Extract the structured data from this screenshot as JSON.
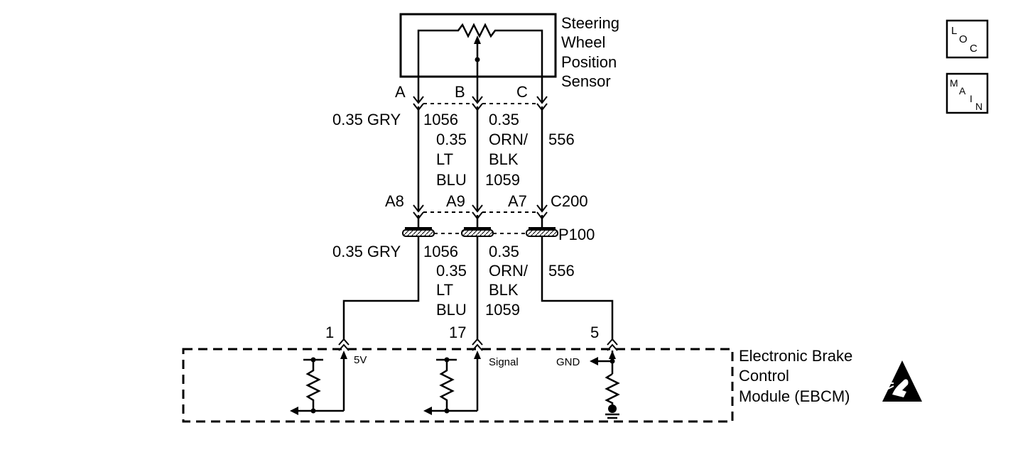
{
  "sensor": {
    "line1": "Steering",
    "line2": "Wheel",
    "line3": "Position",
    "line4": "Sensor"
  },
  "sensor_pins": [
    "A",
    "B",
    "C"
  ],
  "upper_wires": {
    "left": {
      "size_color": "0.35 GRY",
      "circuit": "1056"
    },
    "middle": {
      "size": "0.35",
      "color1": "LT",
      "color2": "BLU",
      "circuit": "1059"
    },
    "right": {
      "size": "0.35",
      "color1": "ORN/",
      "color2": "BLK",
      "circuit": "556"
    }
  },
  "connector_c200": {
    "pins": [
      "A8",
      "A9",
      "A7"
    ],
    "name": "C200"
  },
  "connector_p100": {
    "name": "P100"
  },
  "lower_wires": {
    "left": {
      "size_color": "0.35 GRY",
      "circuit": "1056"
    },
    "middle": {
      "size": "0.35",
      "color1": "LT",
      "color2": "BLU",
      "circuit": "1059"
    },
    "right": {
      "size": "0.35",
      "color1": "ORN/",
      "color2": "BLK",
      "circuit": "556"
    }
  },
  "ebcm": {
    "line1": "Electronic Brake",
    "line2": "Control",
    "line3": "Module (EBCM)",
    "pins": [
      "1",
      "17",
      "5"
    ],
    "signals": [
      "5V",
      "Signal",
      "GND"
    ]
  },
  "buttons": {
    "loc": {
      "l1": "L",
      "l2": "O",
      "l3": "C"
    },
    "main": {
      "l1": "M",
      "l2": "A",
      "l3": "I",
      "l4": "N"
    }
  }
}
